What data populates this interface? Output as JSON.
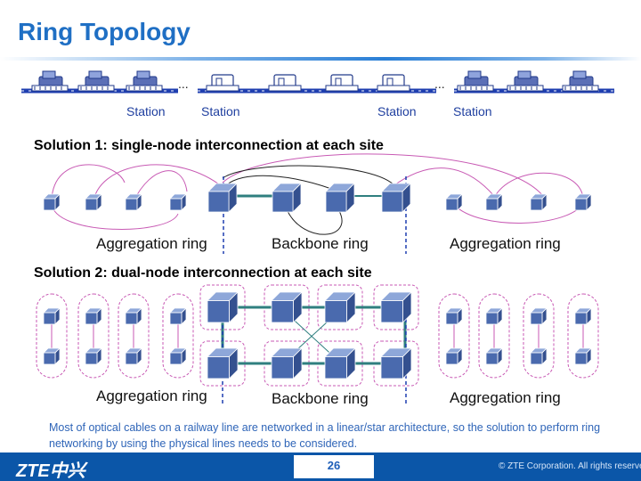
{
  "title": "Ring Topology",
  "stations": [
    "Station",
    "Station",
    "Station",
    "Station"
  ],
  "ellipsis": "...",
  "solution1": {
    "heading": "Solution 1: single-node interconnection at each site",
    "labels": [
      "Aggregation ring",
      "Backbone ring",
      "Aggregation ring"
    ]
  },
  "solution2": {
    "heading": "Solution 2: dual-node interconnection at each site",
    "labels": [
      "Aggregation ring",
      "Backbone ring",
      "Aggregation ring"
    ]
  },
  "note": "Most of optical cables on a railway line are networked in a linear/star architecture, so the solution to perform ring networking by using the physical lines needs to be considered.",
  "footer": {
    "logo": "ZTE中兴",
    "page": "26",
    "copyright": "© ZTE Corporation. All rights reserved"
  },
  "colors": {
    "title": "#1f6fc4",
    "node": "#4a6aae",
    "line_blue": "#1f3fb0",
    "line_pink": "#c85ab4",
    "line_green": "#2f7f7f",
    "footer": "#0b56a8"
  }
}
